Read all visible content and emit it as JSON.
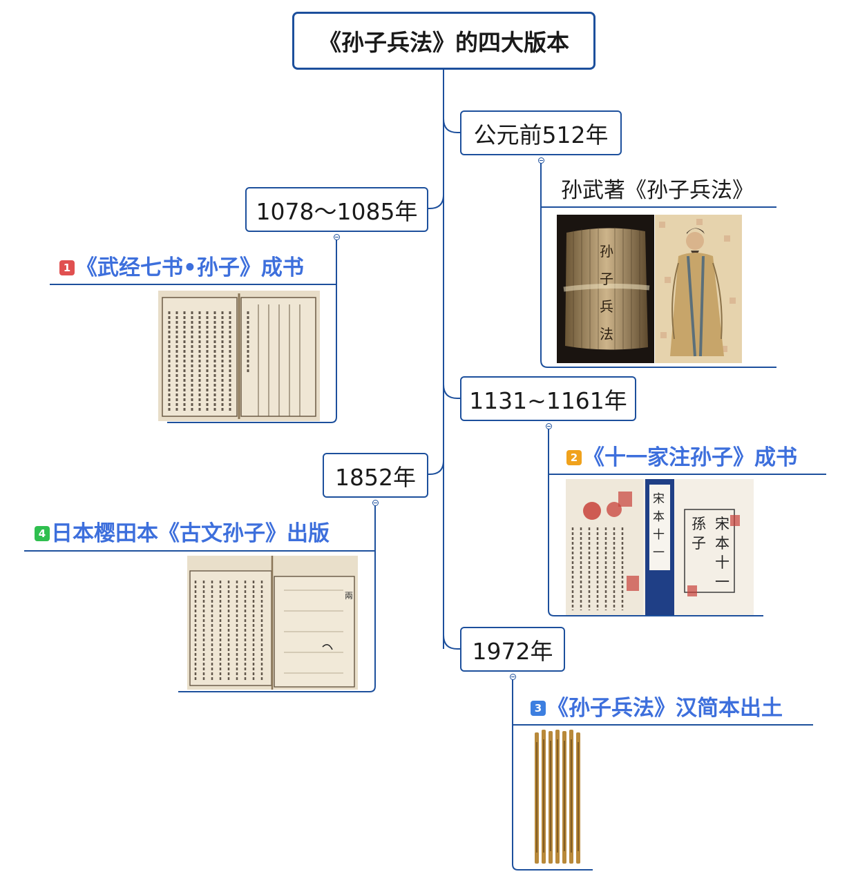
{
  "root": {
    "title": "《孙子兵法》的四大版本"
  },
  "colors": {
    "line": "#1c4f9c",
    "event_text": "#3d6fdc",
    "badge_1": "#e05050",
    "badge_2": "#f0a21c",
    "badge_3": "#3d7fe0",
    "badge_4": "#2fbf4f"
  },
  "branches": [
    {
      "date": "公元前512年",
      "title": "孙武著《孙子兵法》",
      "images": [
        "bamboo-scroll-image",
        "sun-wu-portrait-image"
      ]
    },
    {
      "date": "1078～1085年",
      "badge": "1",
      "title": "《武经七书•孙子》成书",
      "images": [
        "wujing-qishu-book-image"
      ]
    },
    {
      "date": "1131~1161年",
      "badge": "2",
      "title": "《十一家注孙子》成书",
      "images": [
        "shiyijia-zhu-book-image"
      ]
    },
    {
      "date": "1852年",
      "badge": "4",
      "title": "日本樱田本《古文孙子》出版",
      "images": [
        "sakurada-book-image"
      ]
    },
    {
      "date": "1972年",
      "badge": "3",
      "title": "《孙子兵法》汉简本出土",
      "images": [
        "han-bamboo-slips-image"
      ]
    }
  ]
}
